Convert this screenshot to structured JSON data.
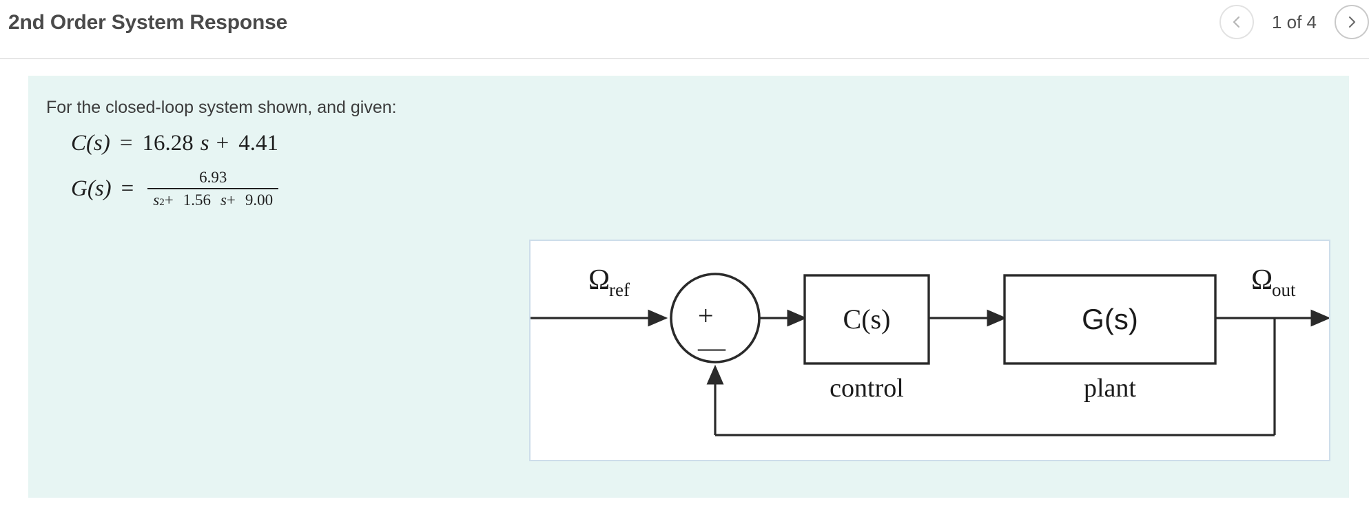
{
  "header": {
    "title": "2nd Order System Response",
    "pager": {
      "prev_icon": "chevron-left-icon",
      "next_icon": "chevron-right-icon",
      "label": "1 of 4",
      "current_page": 1,
      "total_pages": 4
    }
  },
  "question": {
    "prompt": "For the closed-loop system shown, and given:",
    "background_color": "#e7f5f3",
    "equations": {
      "controller": {
        "lhs": "C(s)",
        "equals": "=",
        "gain": "16.28",
        "variable": "s",
        "operator": "+",
        "constant": "4.41",
        "plain": "C(s) = 16.28 s + 4.41"
      },
      "plant": {
        "lhs": "G(s)",
        "equals": "=",
        "numerator": "6.93",
        "denominator": {
          "s_squared": "s",
          "exponent": "2",
          "op1": "+",
          "damping_coeff": "1.56",
          "variable": "s",
          "op2": "+",
          "constant": "9.00"
        },
        "plain": "G(s) = 6.93 / (s^2 + 1.56 s + 9.00)"
      }
    }
  },
  "diagram": {
    "border_color": "#cdddea",
    "input_label": {
      "symbol": "Ω",
      "subscript": "ref"
    },
    "output_label": {
      "symbol": "Ω",
      "subscript": "out"
    },
    "summing_junction": {
      "plus": "+",
      "minus": "—"
    },
    "blocks": [
      {
        "name": "controller",
        "text": "C(s)",
        "caption": "control"
      },
      {
        "name": "plant",
        "text": "G(s)",
        "caption": "plant"
      }
    ]
  }
}
